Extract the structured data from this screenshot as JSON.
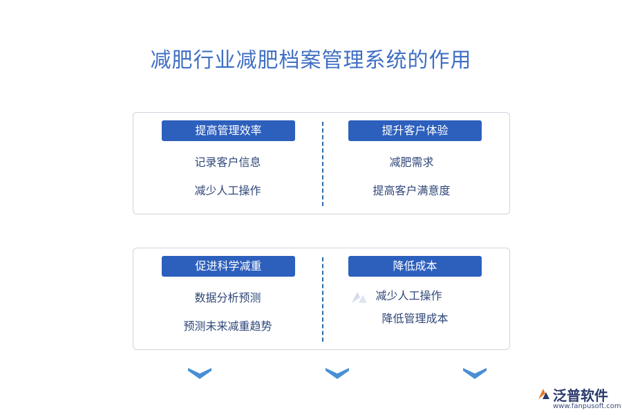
{
  "title": "减肥行业减肥档案管理系统的作用",
  "panels": [
    {
      "left": {
        "heading": "提高管理效率",
        "items": [
          "记录客户信息",
          "减少人工操作"
        ]
      },
      "right": {
        "heading": "提升客户体验",
        "items": [
          "减肥需求",
          "提高客户满意度"
        ]
      }
    },
    {
      "left": {
        "heading": "促进科学减重",
        "items": [
          "数据分析预测",
          "预测未来减重趋势"
        ]
      },
      "right": {
        "heading": "降低成本",
        "items": [
          "减少人工操作",
          "降低管理成本"
        ]
      }
    }
  ],
  "logo": {
    "name": "泛普软件",
    "url": "www.fanpusoft.com"
  },
  "colors": {
    "title": "#3f6fc4",
    "heading_bg": "#2d5fbd",
    "item_text": "#2f4778",
    "divider": "#2a6aa8",
    "arrow": "#4a8fd6"
  }
}
